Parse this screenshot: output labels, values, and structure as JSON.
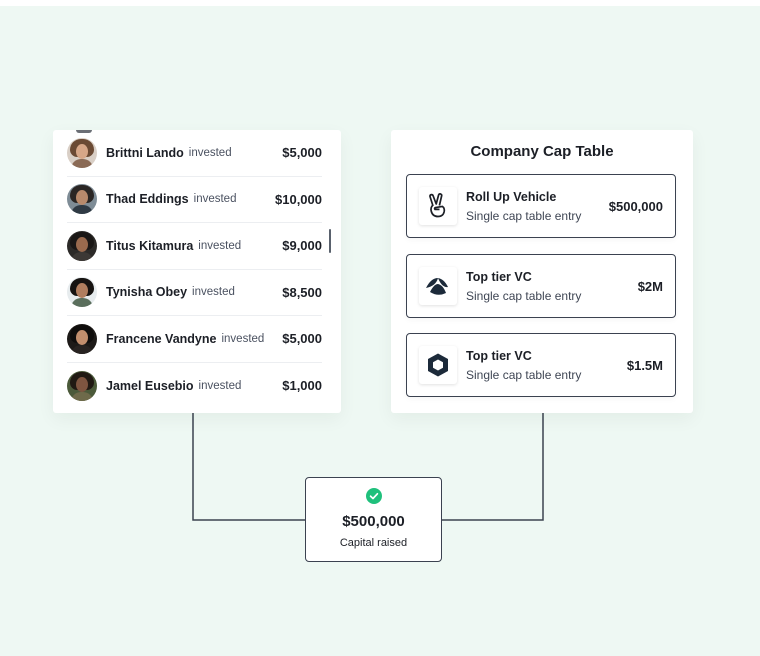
{
  "investors": [
    {
      "name": "Brittni Lando",
      "verb": "invested",
      "amount": "$5,000"
    },
    {
      "name": "Thad Eddings",
      "verb": "invested",
      "amount": "$10,000"
    },
    {
      "name": "Titus Kitamura",
      "verb": "invested",
      "amount": "$9,000"
    },
    {
      "name": "Tynisha Obey",
      "verb": "invested",
      "amount": "$8,500"
    },
    {
      "name": "Francene Vandyne",
      "verb": "invested",
      "amount": "$5,000"
    },
    {
      "name": "Jamel Eusebio",
      "verb": "invested",
      "amount": "$1,000"
    }
  ],
  "cap_table": {
    "title": "Company Cap Table",
    "entries": [
      {
        "name": "Roll Up Vehicle",
        "subtitle": "Single cap table entry",
        "amount": "$500,000",
        "icon": "victory-hand-icon"
      },
      {
        "name": "Top tier VC",
        "subtitle": "Single cap table entry",
        "amount": "$2M",
        "icon": "leaf-logo-icon"
      },
      {
        "name": "Top tier VC",
        "subtitle": "Single cap table entry",
        "amount": "$1.5M",
        "icon": "hexagon-logo-icon"
      }
    ]
  },
  "capital_raised": {
    "amount": "$500,000",
    "label": "Capital raised",
    "icon": "check-circle-icon"
  },
  "colors": {
    "background": "#eef8f3",
    "check_green": "#1fc07c",
    "border_dark": "#3b4250"
  }
}
